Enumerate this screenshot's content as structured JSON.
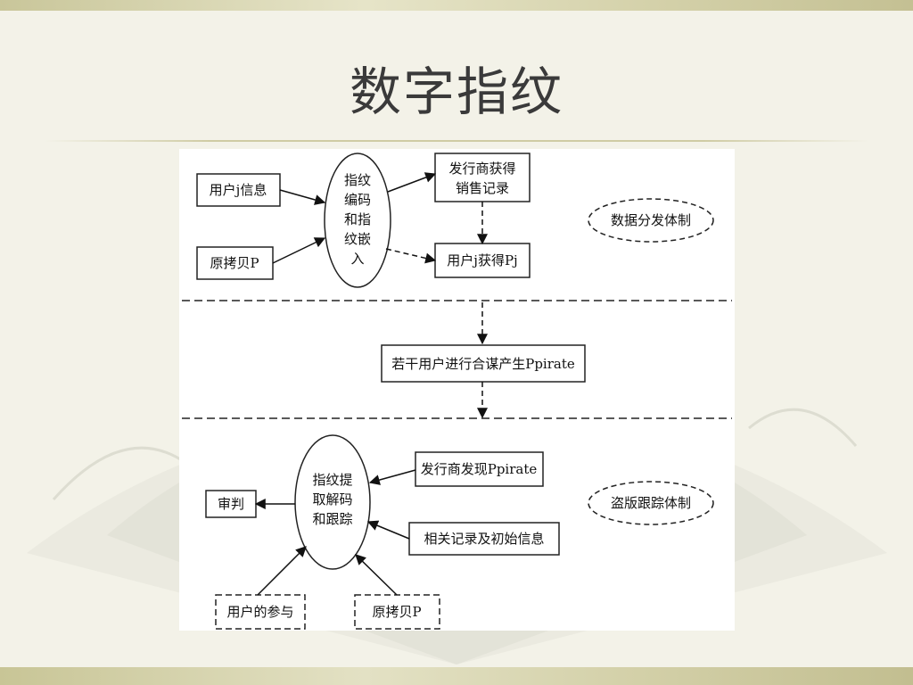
{
  "slide": {
    "title": "数字指纹"
  },
  "diagram": {
    "top_section": {
      "user_info": "用户j信息",
      "original_copy": "原拷贝P",
      "process_lines": [
        "指纹",
        "编码",
        "和指",
        "纹嵌",
        "入"
      ],
      "publisher_record_lines": [
        "发行商获得",
        "销售记录"
      ],
      "user_gets": "用户j获得Pj",
      "system_label": "数据分发体制"
    },
    "middle_section": {
      "collusion": "若干用户进行合谋产生Ppirate"
    },
    "bottom_section": {
      "publisher_finds": "发行商发现Ppirate",
      "related_records": "相关记录及初始信息",
      "process_lines": [
        "指纹提",
        "取解码",
        "和跟踪"
      ],
      "judgment": "审判",
      "user_participation": "用户的参与",
      "original_copy": "原拷贝P",
      "system_label": "盗版跟踪体制"
    }
  }
}
